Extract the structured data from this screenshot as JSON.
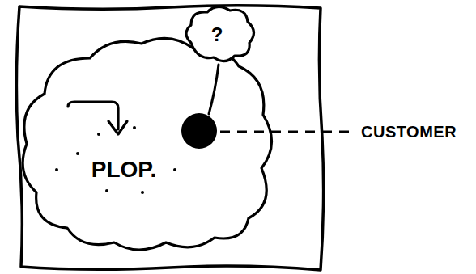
{
  "diagram": {
    "nodes": [
      {
        "text": [
          "PLOP."
        ]
      },
      {
        "text": [
          "?"
        ]
      }
    ],
    "labels": [
      "CUSTOMER"
    ]
  }
}
